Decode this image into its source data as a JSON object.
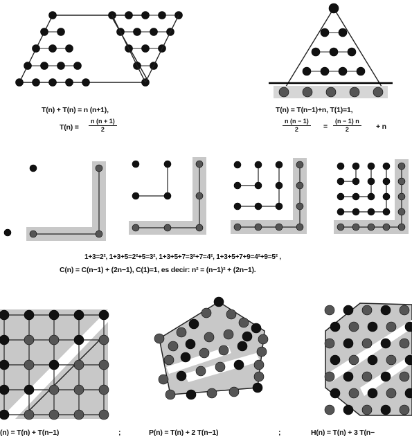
{
  "colors": {
    "dot_dark": "#111111",
    "dot_gray": "#555555",
    "shade": "#c8c8c8",
    "line": "#222222"
  },
  "section1": {
    "left": {
      "eq1": "T(n) + T(n) = n (n+1),",
      "eq2_prefix": "T(n) =",
      "frac_num": "n (n + 1)",
      "frac_den": "2"
    },
    "right": {
      "eq1": "T(n) = T(n−1)+n,  T(1)=1,",
      "frac1_num": "n (n − 1)",
      "frac1_den": "2",
      "eq_sign": "=",
      "frac2_num": "(n − 1) n",
      "frac2_den": "2",
      "suffix": "+ n"
    }
  },
  "section2": {
    "line1": "1+3=2², 1+3+5=2²+5=3², 1+3+5+7=3²+7=4², 1+3+5+7+9=4²+9=5² ,",
    "line2": "C(n) = C(n−1) + (2n−1), C(1)=1, es decir: n² = (n−1)² + (2n−1)."
  },
  "section3": {
    "square_label": "(n) = T(n) + T(n−1)",
    "sep1": ";",
    "pentagon_label": "P(n) = T(n) + 2 T(n−1)",
    "sep2": ";",
    "hexagon_label": "H(n) = T(n) + 3 T(n−"
  }
}
